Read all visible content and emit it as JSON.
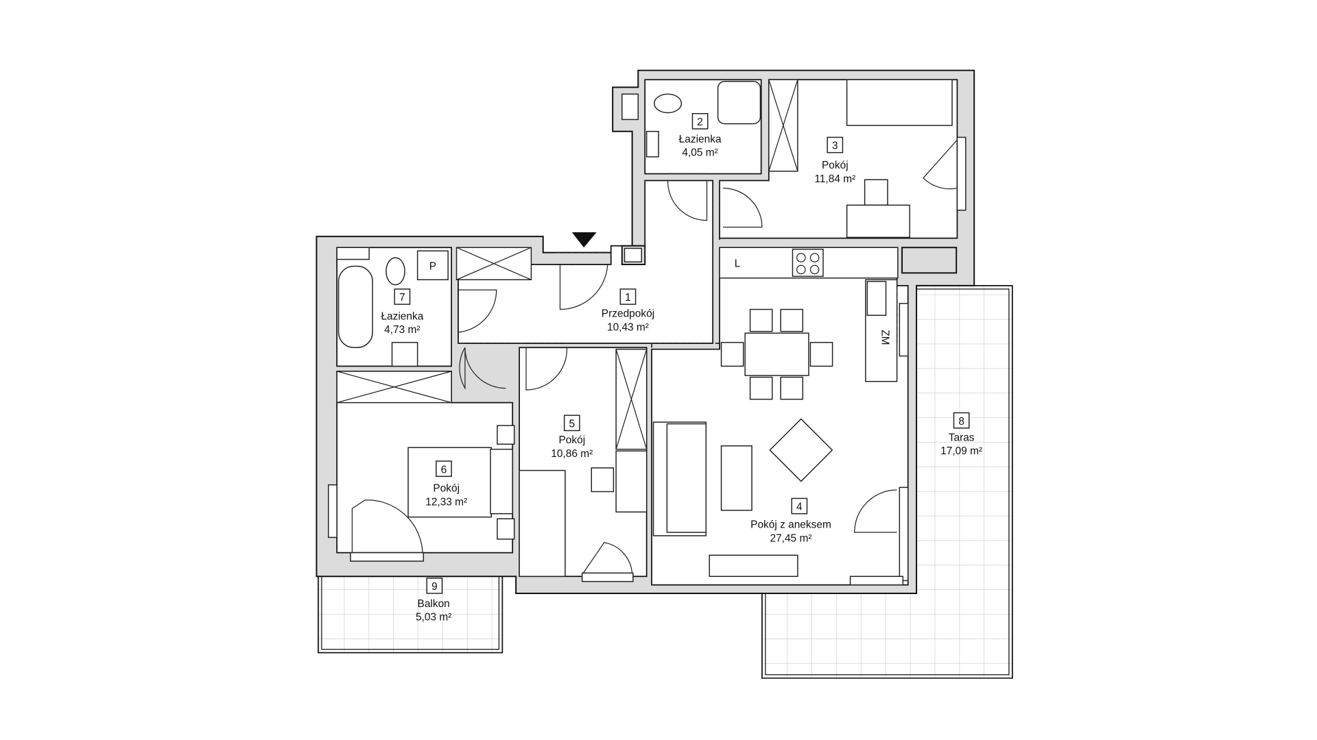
{
  "rooms": [
    {
      "number": "1",
      "name": "Przedpokój",
      "area": "10,43 m²"
    },
    {
      "number": "2",
      "name": "Łazienka",
      "area": "4,05 m²"
    },
    {
      "number": "3",
      "name": "Pokój",
      "area": "11,84 m²"
    },
    {
      "number": "4",
      "name": "Pokój z aneksem",
      "area": "27,45 m²"
    },
    {
      "number": "5",
      "name": "Pokój",
      "area": "10,86 m²"
    },
    {
      "number": "6",
      "name": "Pokój",
      "area": "12,33 m²"
    },
    {
      "number": "7",
      "name": "Łazienka",
      "area": "4,73 m²"
    },
    {
      "number": "8",
      "name": "Taras",
      "area": "17,09 m²"
    },
    {
      "number": "9",
      "name": "Balkon",
      "area": "5,03 m²"
    }
  ],
  "appliance_labels": {
    "fridge": "L",
    "boiler": "P",
    "dishwasher": "ZM"
  },
  "icons": {
    "entrance": "entrance-triangle-icon"
  }
}
